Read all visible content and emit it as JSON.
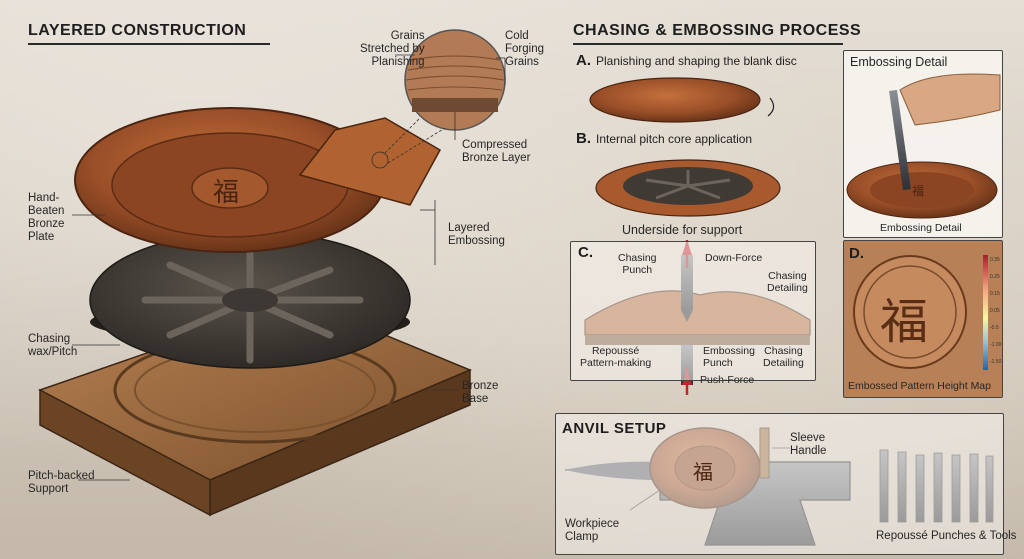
{
  "left": {
    "title": "LAYERED CONSTRUCTION",
    "labels": {
      "grains_stretched": "Grains\nStretched by\nPlanishing",
      "cold_forging": "Cold\nForging\nGrains",
      "compressed": "Compressed\nBronze Layer",
      "hand_beaten": "Hand-\nBeaten\nBronze\nPlate",
      "layered_embossing": "Layered\nEmbossing",
      "chasing_wax": "Chasing\nwax/Pitch",
      "bronze_base": "Bronze\nBase",
      "pitch_support": "Pitch-backed\nSupport"
    },
    "plate_glyph": "福"
  },
  "right": {
    "title": "CHASING & EMBOSSING PROCESS",
    "steps": {
      "a_letter": "A.",
      "a_text": "Planishing and shaping the blank disc",
      "b_letter": "B.",
      "b_text": "Internal pitch core application",
      "b_caption": "Underside for support",
      "c_letter": "C.",
      "d_letter": "D."
    },
    "section_c": {
      "chasing_punch": "Chasing\nPunch",
      "down_force": "Down-Force",
      "chasing_detailing_top": "Chasing\nDetailing",
      "repousse": "Repoussé\nPattern-making",
      "embossing_punch": "Embossing\nPunch",
      "chasing_detailing_bottom": "Chasing\nDetailing",
      "push_force": "Push-Force"
    },
    "embossing_detail": {
      "title": "Embossing Detail",
      "caption": "Embossing Detail",
      "glyph": "福"
    },
    "height_map": {
      "caption": "Embossed Pattern Height Map",
      "glyph": "福",
      "scale": [
        "0.35",
        "0.25",
        "0.15",
        "0.05",
        "-0.5",
        "-1.00",
        "-1.50"
      ]
    },
    "anvil": {
      "title": "ANVIL SETUP",
      "sleeve": "Sleeve\nHandle",
      "clamp": "Workpiece\nClamp",
      "tools": "Repoussé Punches & Tools",
      "glyph": "福"
    }
  },
  "colors": {
    "bronze": "#a5582f",
    "bronze_dark": "#6e3619",
    "pitch": "#3f3a34",
    "wood": "#9a6a40"
  }
}
